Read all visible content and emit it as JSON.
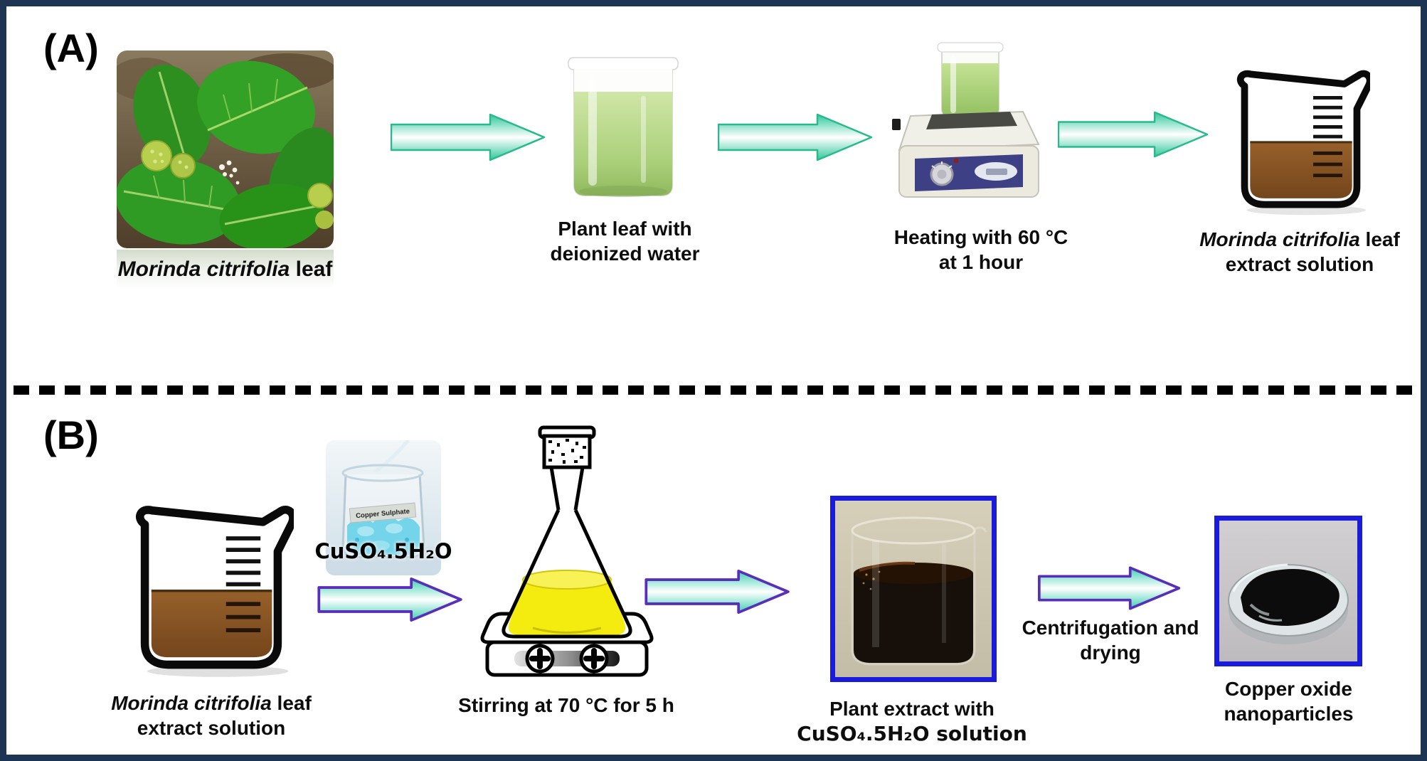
{
  "panel_a": {
    "label": "(A)",
    "leaf": {
      "species": "Morinda citrifolia",
      "rest": " leaf"
    },
    "water": {
      "line1": "Plant leaf with",
      "line2": "deionized water"
    },
    "heating": {
      "line1": "Heating with 60 °C",
      "line2": "at 1 hour"
    },
    "extract": {
      "species": "Morinda citrifolia",
      "rest": " leaf",
      "line2": "extract solution"
    }
  },
  "panel_b": {
    "label": "(B)",
    "extract": {
      "species": "Morinda citrifolia",
      "rest": " leaf",
      "line2": "extract solution"
    },
    "cuso4": {
      "formula": "CuSO₄.5H₂O",
      "bottle_label": "Copper Sulphate"
    },
    "stirring": {
      "caption": "Stirring at 70 °C for 5 h"
    },
    "mixture": {
      "line1": "Plant extract with",
      "line2": "CuSO₄.5H₂O solution"
    },
    "centrifugation": {
      "line1": "Centrifugation and",
      "line2": "drying"
    },
    "product": {
      "line1": "Copper oxide",
      "line2": "nanoparticles"
    }
  },
  "colors": {
    "figure_border_navy": "#1d3452",
    "arrow_teal": "#2fc796",
    "arrow_b_border_purple": "#5a2fb8",
    "photo_frame_blue": "#1b1bdd",
    "extract_liquid_brown": "#8a5424",
    "leaf_water_green": "#a9cf78",
    "flask_liquid_yellow": "#f4ec0e",
    "copper_sulfate_blue": "#74d4ea"
  }
}
